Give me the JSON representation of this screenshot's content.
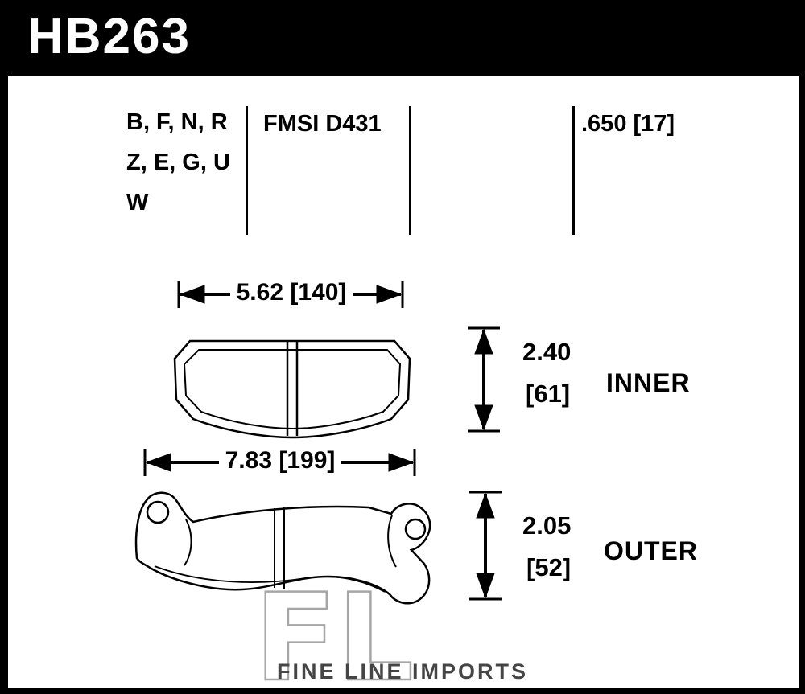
{
  "header": {
    "part_number": "HB263"
  },
  "spec_table": {
    "compounds": [
      "B, F, N, R",
      "Z, E, G, U",
      "W"
    ],
    "fmsi": "FMSI D431",
    "pad_thickness": ".650 [17]"
  },
  "inner_pad": {
    "width": "5.62 [140]",
    "height_in": "2.40",
    "height_mm": "[61]",
    "label": "INNER"
  },
  "outer_pad": {
    "width": "7.83 [199]",
    "height_in": "2.05",
    "height_mm": "[52]",
    "label": "OUTER"
  },
  "footer": {
    "watermark_monogram": "FL",
    "watermark_text": "FINE LINE IMPORTS"
  },
  "colors": {
    "frame": "#000000",
    "background": "#ffffff",
    "line": "#000000",
    "watermark": "#a6a6a6",
    "footer_text": "#454545"
  }
}
